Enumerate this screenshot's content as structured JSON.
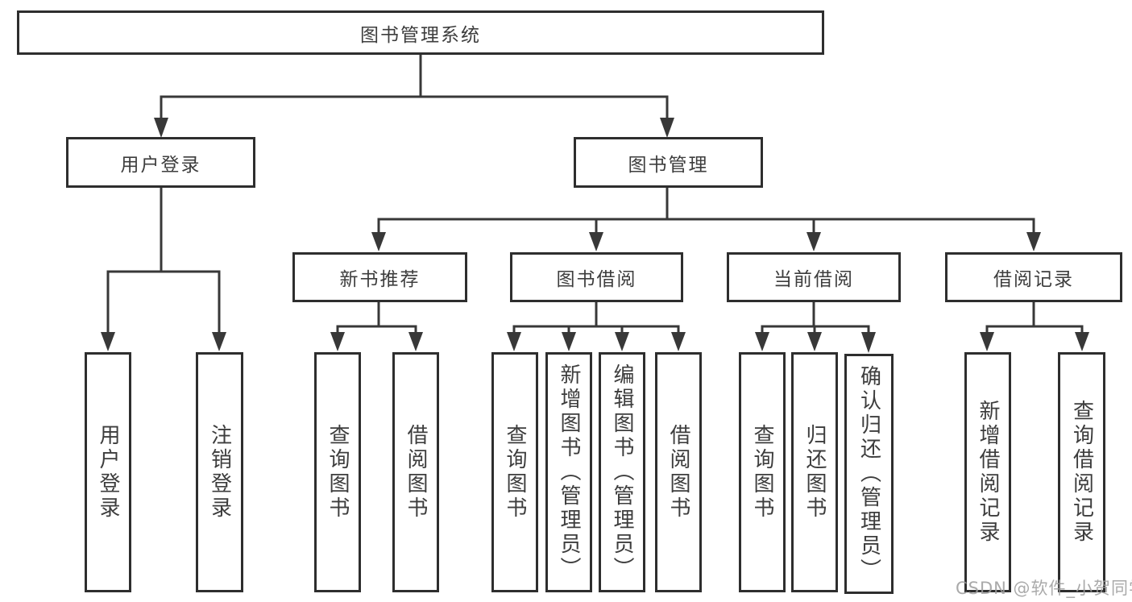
{
  "diagram": {
    "root": "图书管理系统",
    "branches": {
      "user_login": "用户登录",
      "book_mgmt": "图书管理"
    },
    "modules": {
      "new_books": "新书推荐",
      "book_borrow": "图书借阅",
      "current_borrow": "当前借阅",
      "borrow_records": "借阅记录"
    },
    "leaves": {
      "user_login": [
        "用户登录",
        "注销登录"
      ],
      "new_books": [
        "查询图书",
        "借阅图书"
      ],
      "book_borrow": [
        "查询图书",
        "新增图书（管理员）",
        "编辑图书（管理员）",
        "借阅图书"
      ],
      "current_borrow": [
        "查询图书",
        "归还图书",
        "确认归还（管理员）"
      ],
      "borrow_records": [
        "新增借阅记录",
        "查询借阅记录"
      ]
    }
  },
  "watermark": "CSDN @软件_小贺同学",
  "colors": {
    "line": "#383838",
    "border": "#2e2e2e",
    "text": "#3d3d3d",
    "watermark": "#9e9e9e"
  }
}
